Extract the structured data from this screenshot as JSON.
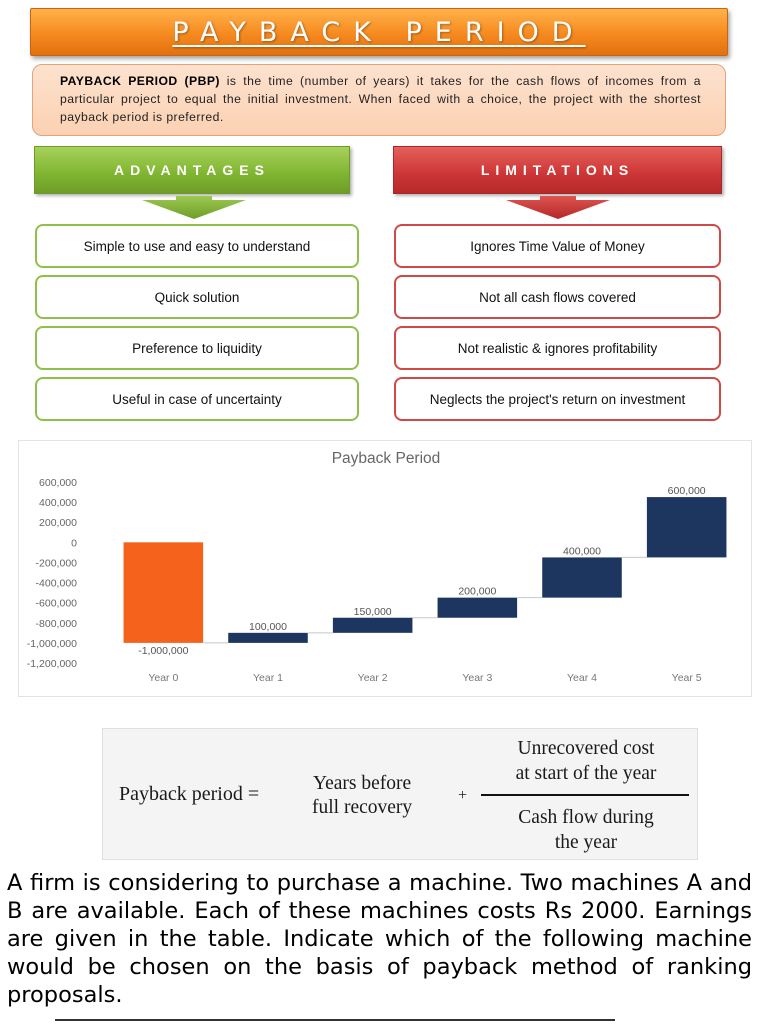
{
  "header": {
    "title": "PAYBACK PERIOD"
  },
  "definition": {
    "term": "PAYBACK PERIOD (PBP)",
    "text": " is the time (number of years) it takes for the cash flows of incomes from a particular project to equal the initial investment. When faced with a choice, the project with the shortest payback period is preferred."
  },
  "advantages": {
    "heading": "ADVANTAGES",
    "items": [
      "Simple to use and easy to understand",
      "Quick solution",
      "Preference to liquidity",
      "Useful in case of uncertainty"
    ]
  },
  "limitations": {
    "heading": "LIMITATIONS",
    "items": [
      "Ignores Time Value of Money",
      "Not all cash flows covered",
      "Not realistic & ignores profitability",
      "Neglects the project's return on investment"
    ]
  },
  "chart_data": {
    "type": "bar",
    "subtype": "waterfall",
    "title": "Payback Period",
    "xlabel": "",
    "ylabel": "",
    "categories": [
      "Year 0",
      "Year 1",
      "Year 2",
      "Year 3",
      "Year 4",
      "Year 5"
    ],
    "values": [
      -1000000,
      100000,
      150000,
      200000,
      400000,
      600000
    ],
    "data_labels": [
      "-1,000,000",
      "100,000",
      "150,000",
      "200,000",
      "400,000",
      "600,000"
    ],
    "ylim": [
      -1200000,
      600000
    ],
    "yticks": [
      600000,
      400000,
      200000,
      0,
      -200000,
      -400000,
      -600000,
      -800000,
      -1000000,
      -1200000
    ],
    "ytick_labels": [
      "600,000",
      "400,000",
      "200,000",
      "0",
      "-200,000",
      "-400,000",
      "-600,000",
      "-800,000",
      "-1,000,000",
      "-1,200,000"
    ],
    "grid": false,
    "legend": "none",
    "colors": {
      "initial": "#f4621c",
      "inflow": "#1d3660",
      "connector": "#c8c8c8"
    }
  },
  "formula": {
    "lhs": "Payback period =",
    "mid_line1": "Years before",
    "mid_line2": "full recovery",
    "plus": "+",
    "num_line1": "Unrecovered cost",
    "num_line2": "at start of the year",
    "den_line1": "Cash flow during",
    "den_line2": "the year"
  },
  "question": {
    "text": "A firm is considering to purchase a machine. Two machines A and B are available. Each of these machines costs Rs 2000. Earnings are given in the table. Indicate which of the following machine would be chosen on the basis of payback method of ranking proposals."
  },
  "colors": {
    "title_orange": "#f58a1f",
    "definition_peach": "#fbd1b2",
    "advantages_green": "#7fb431",
    "limitations_red": "#cc3535"
  }
}
